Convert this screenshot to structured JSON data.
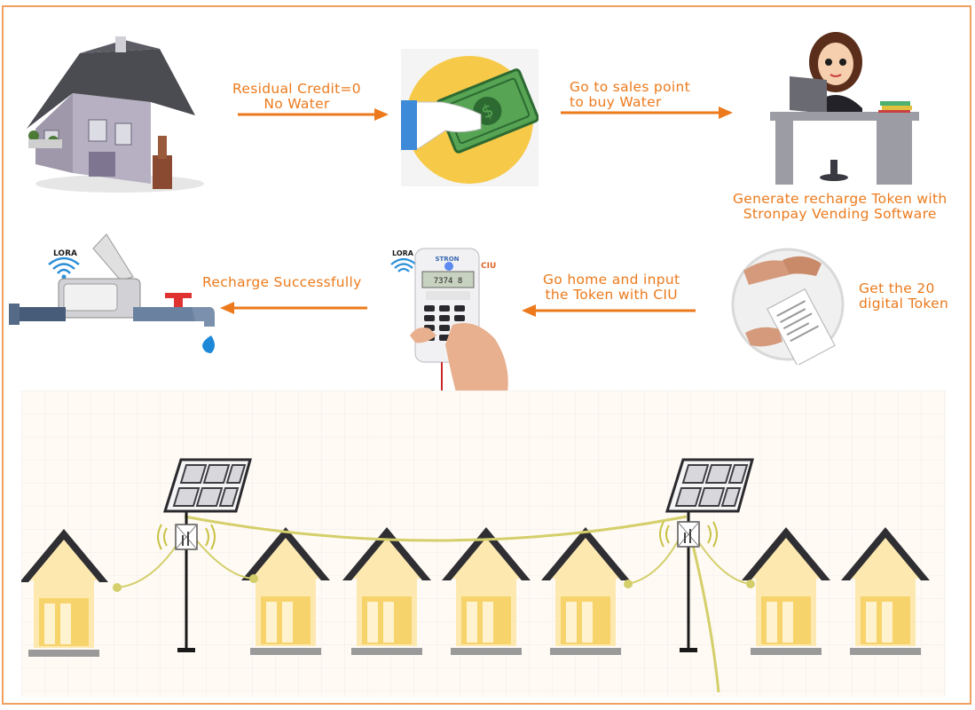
{
  "steps": {
    "residual_line1": "Residual Credit=0",
    "residual_line2": "No Water",
    "sales_line1": "Go to sales point",
    "sales_line2": "to buy Water",
    "generate_line1": "Generate recharge Token with",
    "generate_line2": "Stronpay Vending Software",
    "get_line1": "Get the 20",
    "get_line2": "digital Token",
    "home_line1": "Go home and input",
    "home_line2": "the Token with CIU",
    "recharge": "Recharge Successfully"
  },
  "badges": {
    "lora_meter": "LORA",
    "lora_ciu": "LORA",
    "ciu": "CIU",
    "ciu_brand": "STRON",
    "ciu_display": "7374 8"
  },
  "colors": {
    "accent": "#ec7a1c",
    "house_wall": "#fde9b0",
    "house_roof": "#3a3a3a",
    "cable": "#d4cf6a",
    "wifi": "#2a8fd8"
  }
}
